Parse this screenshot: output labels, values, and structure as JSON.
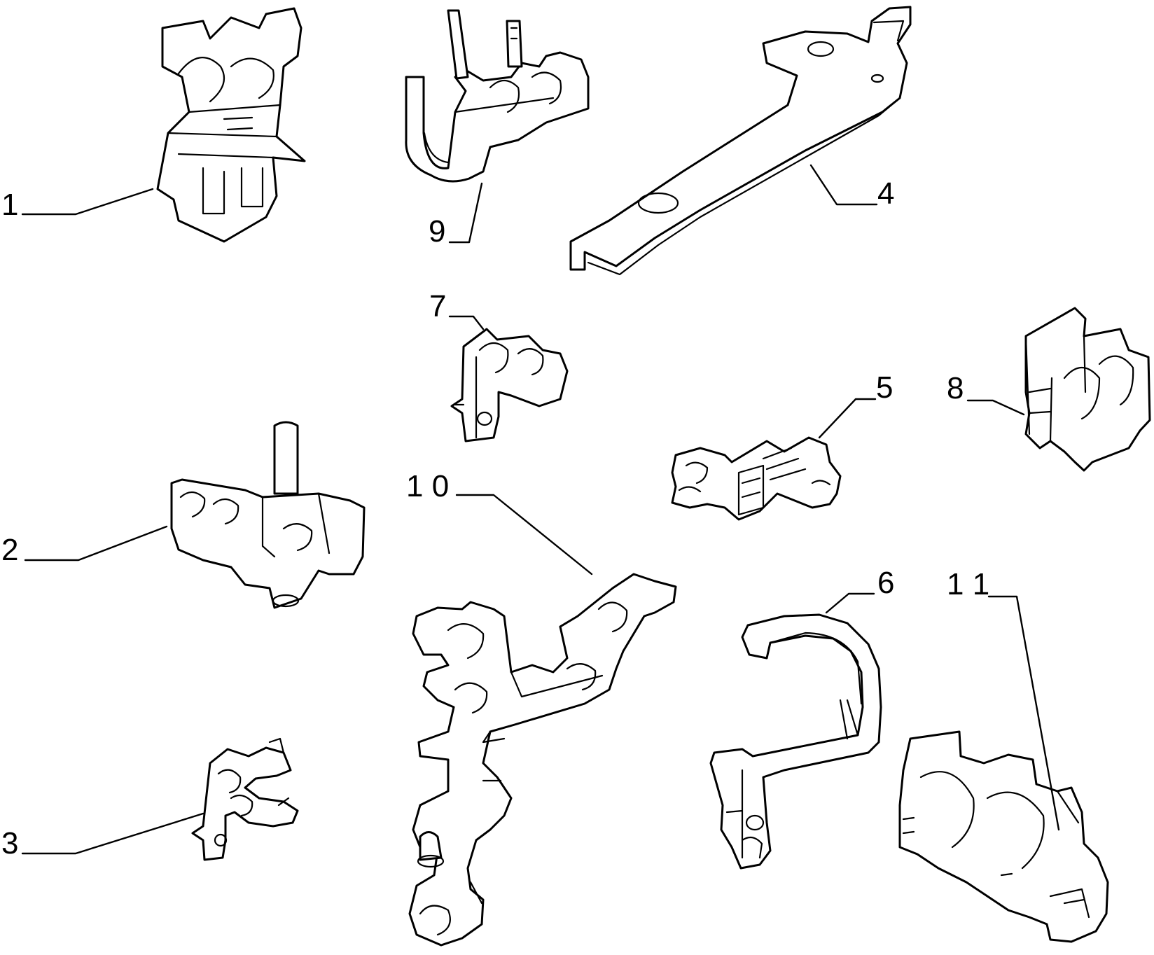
{
  "diagram": {
    "background": "#ffffff",
    "line_color": "#000000",
    "parts": [
      {
        "id": "part-1",
        "callout": "1"
      },
      {
        "id": "part-2",
        "callout": "2"
      },
      {
        "id": "part-3",
        "callout": "3"
      },
      {
        "id": "part-4",
        "callout": "4"
      },
      {
        "id": "part-5",
        "callout": "5"
      },
      {
        "id": "part-6",
        "callout": "6"
      },
      {
        "id": "part-7",
        "callout": "7"
      },
      {
        "id": "part-8",
        "callout": "8"
      },
      {
        "id": "part-9",
        "callout": "9"
      },
      {
        "id": "part-10",
        "callout": "1 0"
      },
      {
        "id": "part-11",
        "callout": "1 1"
      }
    ]
  }
}
